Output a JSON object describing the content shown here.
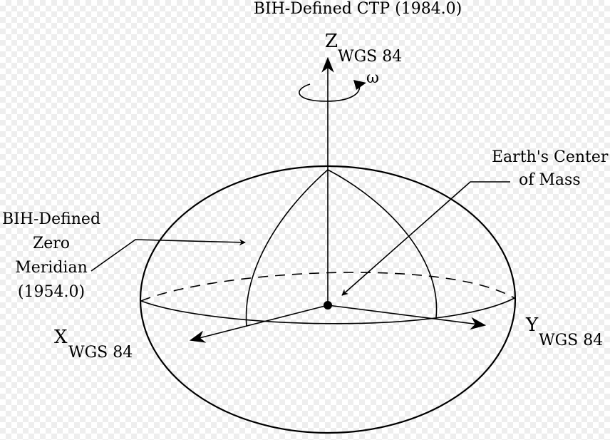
{
  "diagram": {
    "title_top": "BIH-Defined CTP (1984.0)",
    "z_axis": {
      "letter": "Z",
      "subscript": "WGS 84"
    },
    "rotation_symbol": "ω",
    "x_axis": {
      "letter": "X",
      "subscript": "WGS 84"
    },
    "y_axis": {
      "letter": "Y",
      "subscript": "WGS 84"
    },
    "center_label": {
      "line1": "Earth's Center",
      "line2": "of Mass"
    },
    "meridian_label": {
      "line1": "BIH-Defined",
      "line2": "Zero",
      "line3": "Meridian",
      "line4": "(1954.0)"
    }
  }
}
